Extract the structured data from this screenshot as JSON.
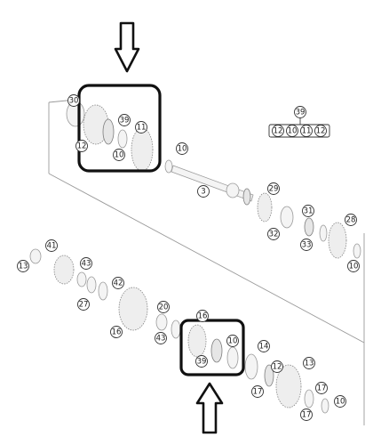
{
  "diagram": {
    "callouts": [
      {
        "text": "30"
      },
      {
        "text": "39"
      },
      {
        "text": "11"
      },
      {
        "text": "12"
      },
      {
        "text": "10"
      },
      {
        "text": "10"
      },
      {
        "text": "39"
      },
      {
        "text": "12"
      },
      {
        "text": "10"
      },
      {
        "text": "11"
      },
      {
        "text": "12"
      },
      {
        "text": "3"
      },
      {
        "text": "29"
      },
      {
        "text": "31"
      },
      {
        "text": "28"
      },
      {
        "text": "32"
      },
      {
        "text": "33"
      },
      {
        "text": "10"
      },
      {
        "text": "41"
      },
      {
        "text": "13"
      },
      {
        "text": "43"
      },
      {
        "text": "42"
      },
      {
        "text": "27"
      },
      {
        "text": "20"
      },
      {
        "text": "16"
      },
      {
        "text": "43"
      },
      {
        "text": "16"
      },
      {
        "text": "10"
      },
      {
        "text": "39"
      },
      {
        "text": "14"
      },
      {
        "text": "12"
      },
      {
        "text": "13"
      },
      {
        "text": "17"
      },
      {
        "text": "17"
      },
      {
        "text": "17"
      },
      {
        "text": "10"
      }
    ]
  }
}
